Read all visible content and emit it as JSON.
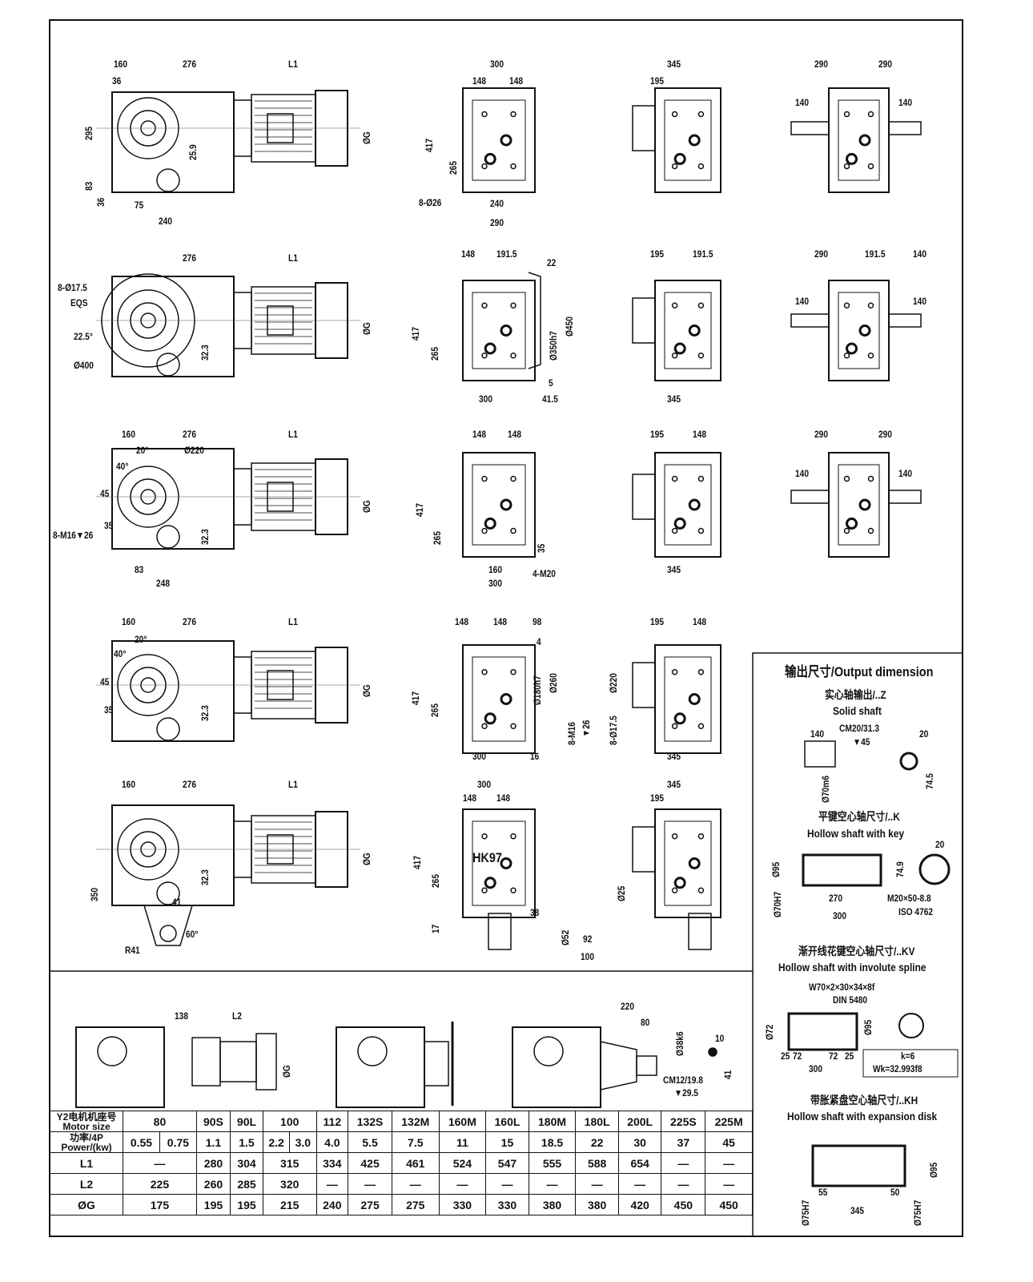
{
  "title": "HK97",
  "row1": {
    "side": [
      "160",
      "276",
      "L1",
      "36",
      "295",
      "83",
      "36",
      "75",
      "240",
      "25.9",
      "ØG"
    ],
    "front": [
      "300",
      "148",
      "148",
      "417",
      "265",
      "8-Ø26",
      "240",
      "290"
    ],
    "right": [
      "345",
      "195"
    ],
    "far": [
      "290",
      "290",
      "140",
      "140"
    ]
  },
  "row2": {
    "side": [
      "276",
      "L1",
      "8-Ø17.5",
      "EQS",
      "22.5°",
      "Ø400",
      "32.3",
      "ØG"
    ],
    "front": [
      "148",
      "191.5",
      "22",
      "417",
      "265",
      "Ø350h7",
      "Ø450",
      "5",
      "300",
      "41.5"
    ],
    "right": [
      "195",
      "191.5",
      "345"
    ],
    "far": [
      "290",
      "191.5",
      "140",
      "140",
      "140"
    ]
  },
  "row3": {
    "side": [
      "160",
      "276",
      "L1",
      "20°",
      "Ø220",
      "40°",
      "45",
      "35",
      "8-M16▼26",
      "32.3",
      "83",
      "248",
      "ØG"
    ],
    "front": [
      "148",
      "148",
      "417",
      "265",
      "35",
      "160",
      "4-M20",
      "300"
    ],
    "right": [
      "195",
      "148",
      "345"
    ],
    "far": [
      "290",
      "290",
      "140",
      "140"
    ]
  },
  "row4": {
    "side": [
      "160",
      "276",
      "L1",
      "20°",
      "40°",
      "45",
      "35",
      "32.3",
      "ØG"
    ],
    "front": [
      "148",
      "148",
      "98",
      "4",
      "417",
      "265",
      "Ø180h7",
      "Ø260",
      "300",
      "16",
      "8-M16",
      "▼26",
      "8-Ø17.5",
      "Ø220"
    ],
    "right": [
      "195",
      "148",
      "345"
    ]
  },
  "row5": {
    "side": [
      "160",
      "276",
      "L1",
      "350",
      "32.3",
      "41",
      "R41",
      "60°",
      "ØG"
    ],
    "front": [
      "300",
      "148",
      "148",
      "417",
      "265",
      "17",
      "38",
      "Ø25",
      "Ø52",
      "92",
      "100"
    ],
    "right": [
      "345",
      "195"
    ]
  },
  "bottom": {
    "labels": [
      "138",
      "L2",
      "ØG",
      "220",
      "80",
      "Ø38k6",
      "CM12/19.8",
      "▼29.5",
      "10",
      "41"
    ]
  },
  "table": {
    "headers": [
      "Y2电机机座号 Motor size",
      "功率/4P Power/(kw)",
      "L1",
      "L2",
      "ØG"
    ],
    "motor_size": [
      "80",
      "90S",
      "90L",
      "100",
      "112",
      "132S",
      "132M",
      "160M",
      "160L",
      "180M",
      "180L",
      "200L",
      "225S",
      "225M"
    ],
    "power": [
      "0.55",
      "0.75",
      "1.1",
      "1.5",
      "2.2",
      "3.0",
      "4.0",
      "5.5",
      "7.5",
      "11",
      "15",
      "18.5",
      "22",
      "30",
      "37",
      "45"
    ],
    "L1": [
      "—",
      "280",
      "304",
      "315",
      "334",
      "425",
      "461",
      "524",
      "547",
      "555",
      "588",
      "654",
      "—",
      "—"
    ],
    "L2": [
      "225",
      "260",
      "285",
      "320",
      "—",
      "—",
      "—",
      "—",
      "—",
      "—",
      "—",
      "—",
      "—",
      "—"
    ],
    "OG": [
      "175",
      "195",
      "195",
      "215",
      "240",
      "275",
      "275",
      "330",
      "330",
      "380",
      "380",
      "420",
      "450",
      "450"
    ]
  },
  "output": {
    "title": "输出尺寸/Output dimension",
    "z_cn": "实心轴输出/..Z",
    "z_en": "Solid shaft",
    "z_labels": [
      "140",
      "CM20/31.3",
      "▼45",
      "Ø70m6",
      "20",
      "74.5"
    ],
    "k_cn": "平键空心轴尺寸/..K",
    "k_en": "Hollow shaft with key",
    "k_labels": [
      "Ø95",
      "Ø70H7",
      "270",
      "300",
      "M20×50-8.8",
      "ISO 4762",
      "74.9",
      "20"
    ],
    "kv_cn": "渐开线花键空心轴尺寸/..KV",
    "kv_en": "Hollow shaft with involute spline",
    "kv_labels": [
      "W70×2×30×34×8f",
      "DIN 5480",
      "Ø72",
      "Ø95",
      "25",
      "72",
      "72",
      "25",
      "300",
      "k=6",
      "Wk=32.993f8"
    ],
    "kh_cn": "带胀紧盘空心轴尺寸/..KH",
    "kh_en": "Hollow shaft with expansion disk",
    "kh_labels": [
      "Ø95",
      "Ø75H7",
      "55",
      "345",
      "50",
      "Ø75H7"
    ]
  }
}
